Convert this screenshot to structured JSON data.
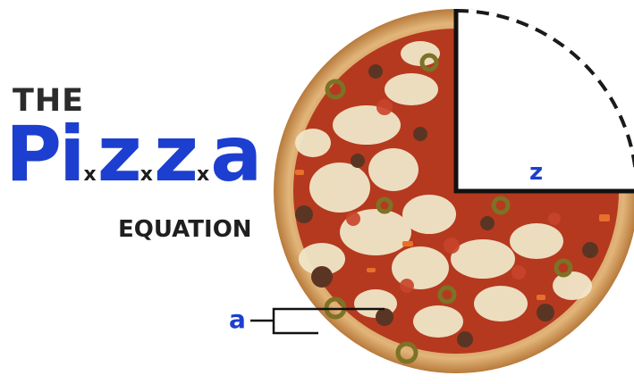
{
  "title": {
    "line1": "THE",
    "word": {
      "p1": "Pi",
      "times1": "x",
      "p2": "z",
      "times2": "x",
      "p3": "z",
      "times3": "x",
      "p4": "a"
    },
    "line3": "EQUATION"
  },
  "labels": {
    "radius": "z",
    "thickness": "a"
  },
  "colors": {
    "accent_blue": "#1c3fd0",
    "crust": "#d9a866",
    "sauce": "#b8361f",
    "cheese": "#f3ead2",
    "olive": "#8a7a2a"
  },
  "icons": [
    "pizza-image",
    "quarter-circle-diagram",
    "bracket-indicator"
  ]
}
